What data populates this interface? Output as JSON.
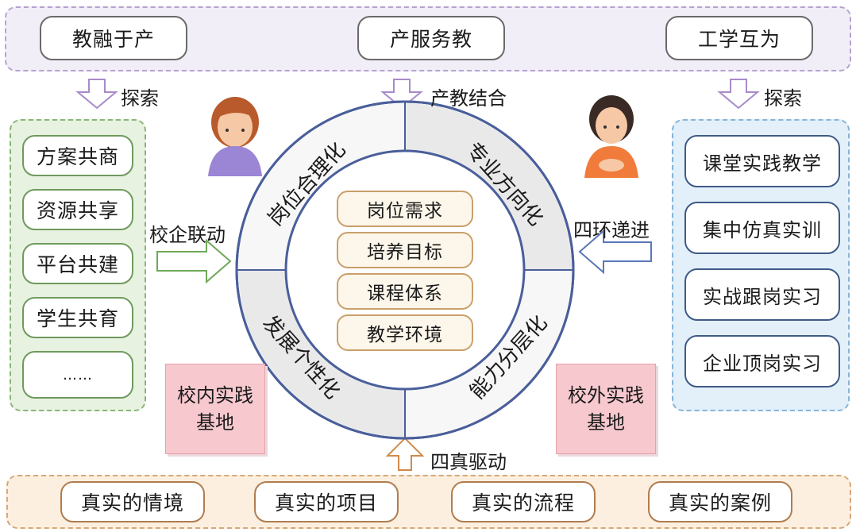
{
  "top_bar": {
    "items": [
      "教融于产",
      "产服务教",
      "工学互为"
    ],
    "arrow_labels": [
      "探索",
      "产教结合",
      "探索"
    ]
  },
  "left_panel": {
    "items": [
      "方案共商",
      "资源共享",
      "平台共建",
      "学生共育",
      "……"
    ],
    "arrow_label": "校企联动"
  },
  "right_panel": {
    "items": [
      "课堂实践教学",
      "集中仿真实训",
      "实战跟岗实习",
      "企业顶岗实习"
    ],
    "arrow_label": "四环递进"
  },
  "ring": {
    "quadrants": [
      "岗位合理化",
      "专业方向化",
      "能力分层化",
      "发展个性化"
    ],
    "center_items": [
      "岗位需求",
      "培养目标",
      "课程体系",
      "教学环境"
    ]
  },
  "bases": {
    "inner": "校内实践基地",
    "outer": "校外实践基地"
  },
  "bottom_bar": {
    "arrow_label": "四真驱动",
    "items": [
      "真实的情境",
      "真实的项目",
      "真实的流程",
      "真实的案例"
    ]
  },
  "colors": {
    "top_panel": "#f2eef8",
    "left_panel": "#e8f2e0",
    "right_panel": "#e3f0fa",
    "bottom_panel": "#fcefdf",
    "arrow_outline": "#a78bc9",
    "ring_stroke": "#4a5f9a",
    "ring_gray": "#e8e8e8"
  }
}
